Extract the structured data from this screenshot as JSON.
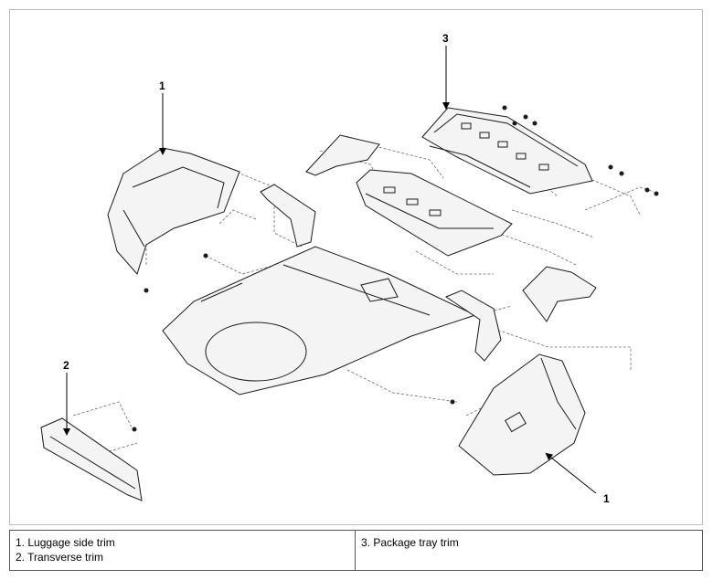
{
  "callouts": [
    "1",
    "2",
    "3",
    "1"
  ],
  "legend": {
    "left": [
      "1. Luggage side trim",
      "2. Transverse trim"
    ],
    "right": [
      "3. Package tray trim"
    ]
  },
  "colors": {
    "part_outline": "#1a1a1a",
    "part_fill": "#f4f4f4",
    "leader_dash": "#6b6b6b",
    "frame_border": "#bdbdbd"
  }
}
